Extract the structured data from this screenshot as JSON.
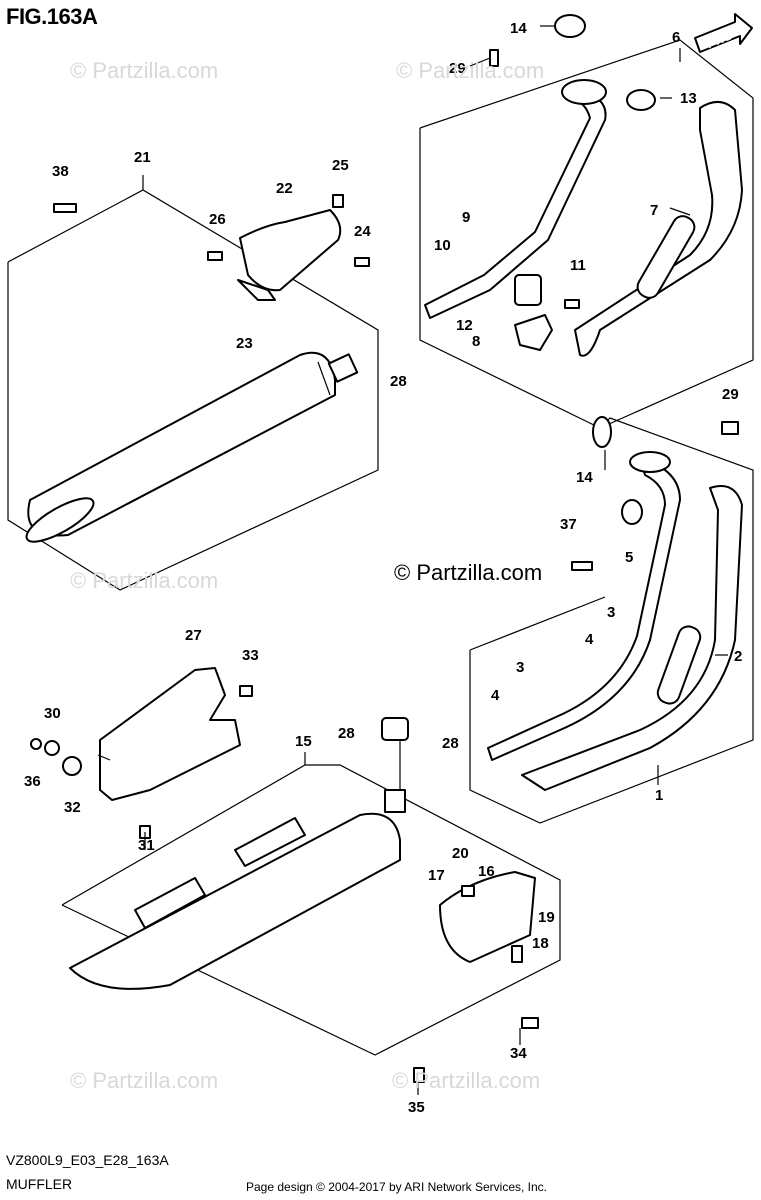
{
  "figure": {
    "title": "FIG.163A",
    "code": "VZ800L9_E03_E28_163A",
    "name": "MUFFLER",
    "credit": "Page design © 2004-2017 by ARI Network Services, Inc.",
    "watermark_main": "© Partzilla.com",
    "watermark_faint": "© Partzilla.com",
    "fwd_label": "FWD"
  },
  "callouts": [
    "1",
    "2",
    "3",
    "4",
    "5",
    "6",
    "7",
    "8",
    "9",
    "10",
    "11",
    "12",
    "13",
    "14",
    "15",
    "16",
    "17",
    "18",
    "19",
    "20",
    "21",
    "22",
    "23",
    "24",
    "25",
    "26",
    "27",
    "28",
    "29",
    "30",
    "31",
    "32",
    "33",
    "34",
    "35",
    "36",
    "37",
    "38"
  ],
  "labels": {
    "c1": "1",
    "c2": "2",
    "c3a": "3",
    "c3b": "3",
    "c4a": "4",
    "c4b": "4",
    "c5": "5",
    "c6": "6",
    "c7": "7",
    "c8": "8",
    "c9": "9",
    "c10": "10",
    "c11": "11",
    "c12": "12",
    "c13": "13",
    "c14a": "14",
    "c14b": "14",
    "c15": "15",
    "c16": "16",
    "c17": "17",
    "c18": "18",
    "c19": "19",
    "c20": "20",
    "c21": "21",
    "c22": "22",
    "c23": "23",
    "c24": "24",
    "c25": "25",
    "c26": "26",
    "c27": "27",
    "c28a": "28",
    "c28b": "28",
    "c28c": "28",
    "c29a": "29",
    "c29b": "29",
    "c30": "30",
    "c31": "31",
    "c32": "32",
    "c33": "33",
    "c34": "34",
    "c35": "35",
    "c36": "36",
    "c37": "37",
    "c38": "38"
  }
}
